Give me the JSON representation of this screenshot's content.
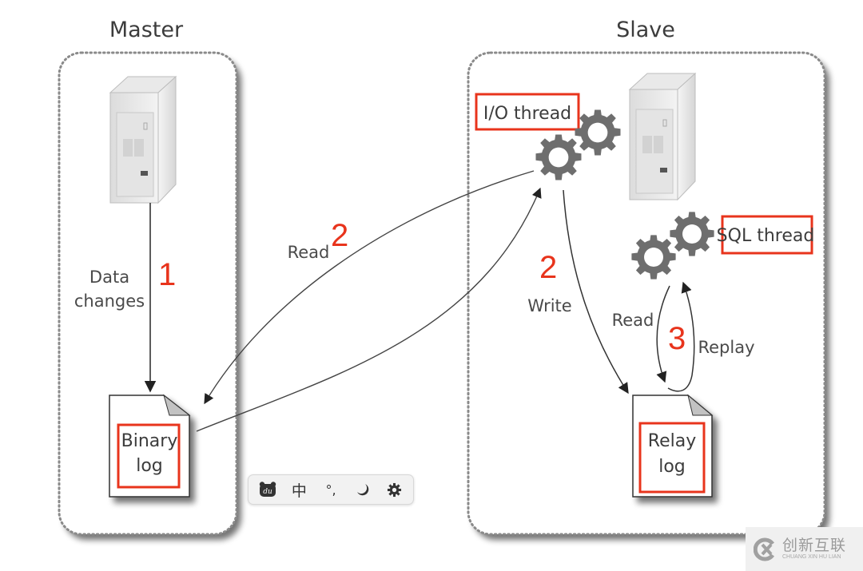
{
  "master": {
    "title": "Master",
    "data_changes_line1": "Data",
    "data_changes_line2": "changes",
    "step": "1",
    "binlog_line1": "Binary",
    "binlog_line2": "log"
  },
  "transfer": {
    "read_label": "Read",
    "step": "2"
  },
  "slave": {
    "title": "Slave",
    "io_thread": "I/O thread",
    "sql_thread": "SQL thread",
    "write_label": "Write",
    "write_step": "2",
    "read_label": "Read",
    "replay_label": "Replay",
    "replay_step": "3",
    "relaylog_line1": "Relay",
    "relaylog_line2": "log"
  },
  "ime_toolbar": {
    "items": [
      {
        "icon": "du-bear-icon",
        "text": "du"
      },
      {
        "icon": "chinese-mode-icon",
        "text": "中"
      },
      {
        "icon": "punctuation-icon",
        "text": "°,"
      },
      {
        "icon": "moon-icon",
        "text": ""
      },
      {
        "icon": "gear-icon",
        "text": ""
      }
    ]
  },
  "watermark": {
    "cn": "创新互联",
    "en": "CHUANG XIN HU LIAN"
  },
  "colors": {
    "highlight_red": "#e8341c",
    "gear_gray": "#6e6e6e",
    "border_dots": "#8a8a8a"
  }
}
